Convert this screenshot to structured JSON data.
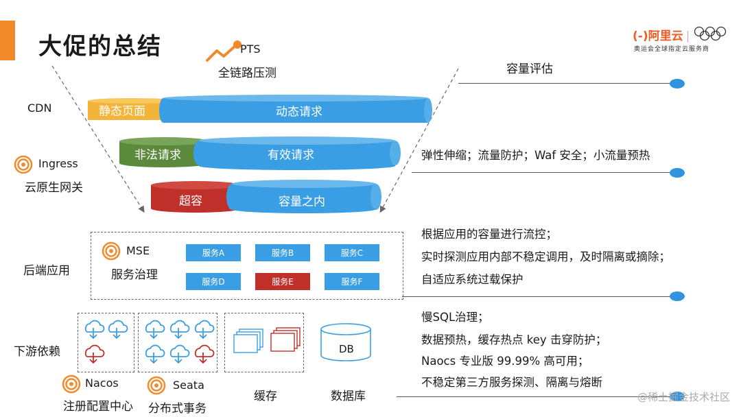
{
  "slide": {
    "title": "大促的总结",
    "accent_color": "#f08a2a"
  },
  "logo": {
    "brand": "阿里云",
    "tagline": "奥运会全球指定云服务商"
  },
  "pts": {
    "icon": "chart-growth-icon",
    "name": "PTS",
    "desc": "全链路压测"
  },
  "layers": {
    "cdn": {
      "label": "CDN",
      "static": "静态页面",
      "dynamic": "动态请求"
    },
    "ingress": {
      "name": "Ingress",
      "desc": "云原生网关",
      "icon": "spiral-logo-icon",
      "illegal": "非法请求",
      "valid": "有效请求"
    },
    "capacity": {
      "over": "超容",
      "within": "容量之内"
    }
  },
  "backend": {
    "label": "后端应用",
    "mse_name": "MSE",
    "mse_desc": "服务治理",
    "services": [
      {
        "name": "服务A",
        "status": "normal"
      },
      {
        "name": "服务B",
        "status": "normal"
      },
      {
        "name": "服务C",
        "status": "normal"
      },
      {
        "name": "服务D",
        "status": "normal"
      },
      {
        "name": "服务E",
        "status": "error"
      },
      {
        "name": "服务F",
        "status": "normal"
      }
    ]
  },
  "downstream": {
    "label": "下游依赖",
    "nacos_name": "Nacos",
    "nacos_desc": "注册配置中心",
    "seata_name": "Seata",
    "seata_desc": "分布式事务",
    "cache": "缓存",
    "db_label": "DB",
    "database": "数据库"
  },
  "right": {
    "capacity_eval": "容量评估",
    "ingress_text": "弹性伸缩；流量防护；Waf 安全；小流量预热",
    "backend_lines": [
      "根据应用的容量进行流控；",
      "实时探测应用内部不稳定调用，及时隔离或摘除；",
      "自适应系统过载保护"
    ],
    "downstream_lines": [
      "慢SQL治理；",
      "数据预热，缓存热点 key 击穿防护；",
      "Naocs 专业版 99.99% 高可用；",
      "不稳定第三方服务探测、隔离与熔断"
    ]
  },
  "colors": {
    "blue": "#3a9ee4",
    "orange_yellow": "#f3b43a",
    "green": "#5b8a3c",
    "red": "#c0302a",
    "dot": "#2f93e0"
  },
  "watermark": "@稀土掘金技术社区"
}
